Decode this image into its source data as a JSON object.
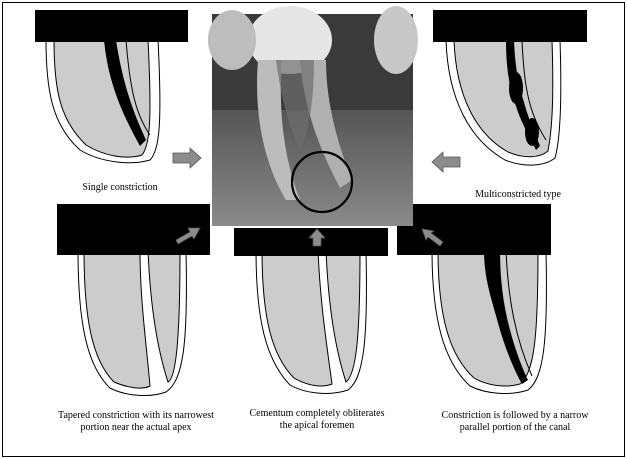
{
  "captions": {
    "single": "Single constriction",
    "multi": "Multiconstricted type",
    "tapered": "Tapered  constriction with its narrowest\nportion near the actual apex",
    "cementum": "Cementum completely obliterates\nthe apical foremen",
    "parallel": "Constriction is followed by a narrow\nparallel portion of the canal"
  },
  "colors": {
    "tooth_fill": "#cccccc",
    "canal_fill": "#000000",
    "arrow_fill": "#8c8c8c",
    "label_box": "#000000",
    "xray_bg": "#3a3a3a"
  }
}
